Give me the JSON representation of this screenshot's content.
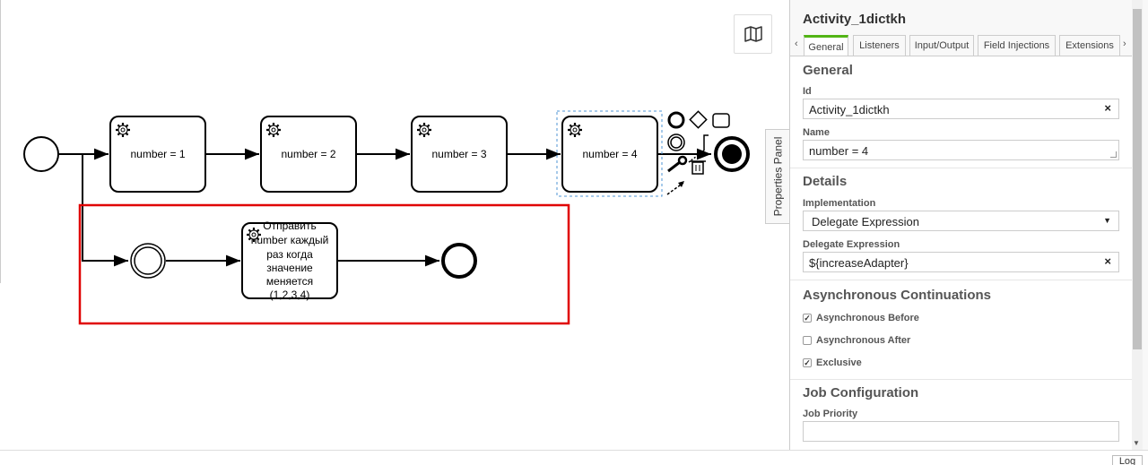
{
  "diagram": {
    "tasks": [
      {
        "label": "number = 1"
      },
      {
        "label": "number = 2"
      },
      {
        "label": "number = 3"
      },
      {
        "label": "number = 4",
        "selected": true
      }
    ],
    "subprocess_task": {
      "lines": [
        "Отправить",
        "number каждый",
        "раз когда",
        "значение",
        "меняется",
        "(1,2,3,4)"
      ]
    },
    "colors": {
      "highlight": "#e00000",
      "selection": "#4f94d4",
      "stroke": "#000000"
    }
  },
  "context_pad": {
    "icons": [
      "end-event-icon",
      "gateway-icon",
      "task-icon",
      "intermediate-event-icon",
      "text-annotation-icon",
      "change-type-wrench-icon",
      "delete-trash-icon",
      "connect-arrow-icon"
    ]
  },
  "map_toggle": {
    "icon": "map-icon"
  },
  "properties_toggle": {
    "label": "Properties Panel"
  },
  "panel": {
    "title": "Activity_1dictkh",
    "tabs": [
      "General",
      "Listeners",
      "Input/Output",
      "Field Injections",
      "Extensions"
    ],
    "active_tab": "General",
    "accent_color": "#52b415",
    "groups": {
      "general": {
        "title": "General",
        "id_label": "Id",
        "id_value": "Activity_1dictkh",
        "name_label": "Name",
        "name_value": "number = 4"
      },
      "details": {
        "title": "Details",
        "implementation_label": "Implementation",
        "implementation_value": "Delegate Expression",
        "delegate_label": "Delegate Expression",
        "delegate_value": "${increaseAdapter}"
      },
      "async": {
        "title": "Asynchronous Continuations",
        "before_label": "Asynchronous Before",
        "before_checked": true,
        "after_label": "Asynchronous After",
        "after_checked": false,
        "exclusive_label": "Exclusive",
        "exclusive_checked": true
      },
      "job": {
        "title": "Job Configuration",
        "priority_label": "Job Priority",
        "priority_value": ""
      }
    }
  },
  "footer": {
    "log_label": "Log"
  }
}
